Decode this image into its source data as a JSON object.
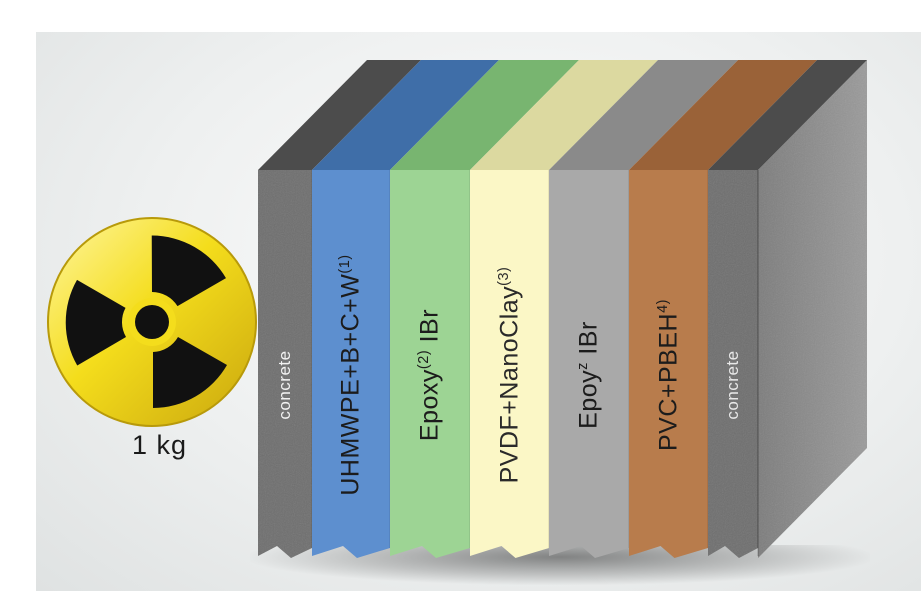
{
  "source_mass": "1 kg",
  "layers": [
    {
      "main": "concrete",
      "sup": "",
      "tail": "",
      "color": "#6e6e6e",
      "top_color": "#4c4c4c",
      "text_color": "#f2f2f2",
      "font_size": 17
    },
    {
      "main": "UHMWPE+B+C+W",
      "sup": "(1)",
      "tail": "",
      "color": "#5d8fcf",
      "top_color": "#3f6ea8",
      "text_color": "#1c1c1c",
      "font_size": 25
    },
    {
      "main": "Epoxy",
      "sup": "(2)",
      "tail": " IBr",
      "color": "#9dd494",
      "top_color": "#78b570",
      "text_color": "#1c1c1c",
      "font_size": 25
    },
    {
      "main": "PVDF+NanoClay",
      "sup": "(3)",
      "tail": "",
      "color": "#fbf7c6",
      "top_color": "#dcd9a0",
      "text_color": "#2a2a2a",
      "font_size": 25
    },
    {
      "main": "Epoy",
      "sup": "z",
      "tail": " IBr",
      "color": "#a9a9a9",
      "top_color": "#8a8a8a",
      "text_color": "#1c1c1c",
      "font_size": 25
    },
    {
      "main": "PVC+PBEH",
      "sup": "4)",
      "tail": "",
      "color": "#b87c4c",
      "top_color": "#9a6238",
      "text_color": "#1c1c1c",
      "font_size": 25
    },
    {
      "main": "concrete",
      "sup": "",
      "tail": "",
      "color": "#6e6e6e",
      "top_color": "#4c4c4c",
      "text_color": "#e8e8e8",
      "font_size": 17
    }
  ],
  "colors": {
    "trefoil_yellow": "#f4dd1c",
    "trefoil_black": "#111111",
    "side_face": "#8a8a8a"
  }
}
